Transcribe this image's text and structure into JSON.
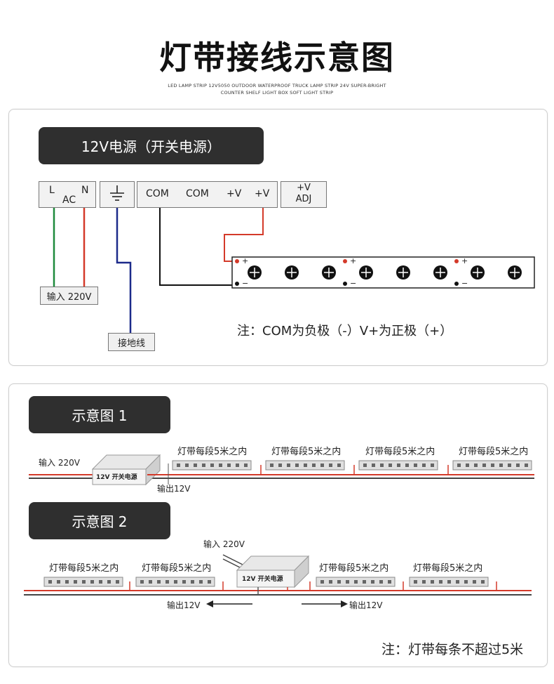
{
  "title": "灯带接线示意图",
  "subtitle_line1": "LED LAMP STRIP 12V5050 OUTDOOR WATERPROOF TRUCK LAMP STRIP 24V SUPER-BRIGHT",
  "subtitle_line2": "COUNTER SHELF LIGHT BOX SOFT LIGHT STRIP",
  "wiring": {
    "header": "12V电源（开关电源）",
    "terminal_L": "L",
    "terminal_N": "N",
    "terminal_AC": "AC",
    "terminal_com1": "COM",
    "terminal_com2": "COM",
    "terminal_v1": "+V",
    "terminal_v2": "+V",
    "terminal_adj_top": "+V",
    "terminal_adj_bottom": "ADJ",
    "input_label": "输入 220V",
    "ground_label": "接地线",
    "strip_plus": "+",
    "strip_minus": "−",
    "note": "注：COM为负极（-）V+为正极（+）",
    "colors": {
      "live": "#d43a2a",
      "neutral": "#1e8a3c",
      "ground": "#1c2a8a",
      "com": "#111111"
    }
  },
  "diagram1": {
    "header": "示意图 1",
    "input_label": "输入 220V",
    "psu_label": "12V 开关电源",
    "output_label": "输出12V",
    "segment_label": "灯带每段5米之内"
  },
  "diagram2": {
    "header": "示意图 2",
    "input_label": "输入 220V",
    "psu_label": "12V 开关电源",
    "output_left": "输出12V",
    "output_right": "输出12V",
    "segment_label": "灯带每段5米之内"
  },
  "footer_note": "注：灯带每条不超过5米"
}
